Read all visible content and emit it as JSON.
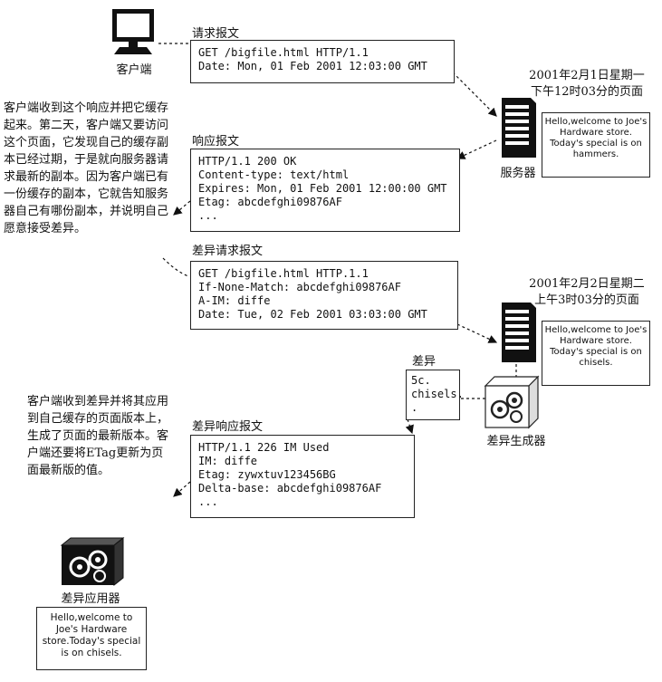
{
  "client": {
    "label": "客户端"
  },
  "server": {
    "label": "服务器",
    "page1_caption": [
      "2001年2月1日星期一",
      "下午12时03分的页面"
    ],
    "page1_text": "Hello,welcome to Joe's Hardware store. Today's special is on hammers.",
    "page2_caption": [
      "2001年2月2日星期二",
      "上午3时03分的页面"
    ],
    "page2_text": "Hello,welcome to Joe's Hardware store. Today's special is on chisels."
  },
  "request": {
    "title": "请求报文",
    "lines": [
      "GET /bigfile.html HTTP/1.1",
      "Date: Mon, 01 Feb 2001 12:03:00 GMT"
    ]
  },
  "response": {
    "title": "响应报文",
    "lines": [
      "HTTP/1.1 200 OK",
      "Content-type: text/html",
      "Expires: Mon, 01 Feb 2001 12:00:00 GMT",
      "Etag: abcdefghi09876AF",
      "..."
    ]
  },
  "note_left_top": "客户端收到这个响应并把它缓存起来。第二天，客户端又要访问这个页面，它发现自己的缓存副本已经过期，于是就向服务器请求最新的副本。因为客户端已有一份缓存的副本，它就告知服务器自己有哪份副本，并说明自己愿意接受差异。",
  "diff_request": {
    "title": "差异请求报文",
    "lines": [
      "GET /bigfile.html HTTP.1.1",
      "If-None-Match: abcdefghi09876AF",
      "A-IM: diffe",
      "Date: Tue, 02 Feb 2001 03:03:00 GMT"
    ]
  },
  "diff": {
    "label": "差异",
    "lines": [
      "5c.",
      "chisels.",
      "."
    ]
  },
  "diff_generator": {
    "label": "差异生成器"
  },
  "note_left_bottom": "客户端收到差异并将其应用到自己缓存的页面版本上，生成了页面的最新版本。客户端还要将ETag更新为页面最新版的值。",
  "diff_response": {
    "title": "差异响应报文",
    "lines": [
      "HTTP/1.1 226 IM Used",
      "IM: diffe",
      "Etag: zywxtuv123456BG",
      "Delta-base: abcdefghi09876AF",
      "..."
    ]
  },
  "diff_applier": {
    "label": "差异应用器",
    "page_text": "Hello,welcome to Joe's Hardware store.Today's special is on chisels."
  }
}
